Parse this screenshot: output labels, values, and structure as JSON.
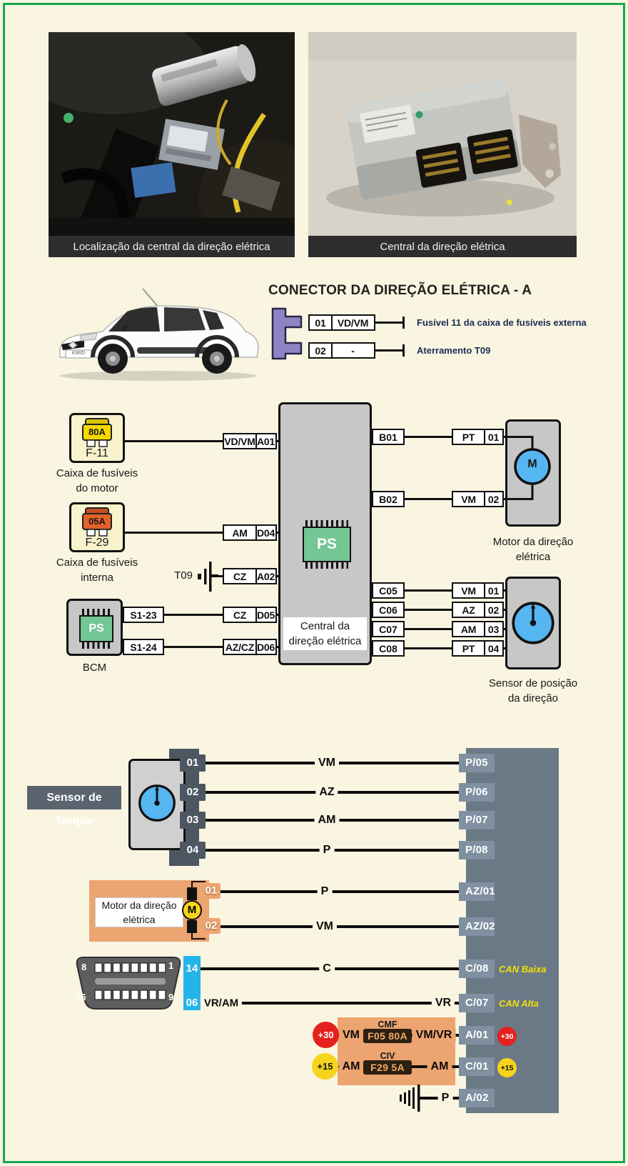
{
  "photos": {
    "left_caption": "Localização da central da direção elétrica",
    "right_caption": "Central da direção elétrica"
  },
  "car_badge": "KWID",
  "connector_a": {
    "title": "CONECTOR DA DIREÇÃO ELÉTRICA - A",
    "rows": [
      {
        "pin": "01",
        "wire": "VD/VM",
        "desc": "Fusível 11 da caixa de fusíveis externa"
      },
      {
        "pin": "02",
        "wire": "-",
        "desc": "Aterramento T09"
      }
    ]
  },
  "d1": {
    "fuse1": {
      "amp": "80A",
      "code": "F-11",
      "cap1": "Caixa de fusíveis",
      "cap2": "do motor"
    },
    "fuse2": {
      "amp": "05A",
      "code": "F-29",
      "cap1": "Caixa de fusíveis",
      "cap2": "interna"
    },
    "t09": "T09",
    "bcm": {
      "chip": "PS",
      "label": "BCM",
      "pin1": "S1-23",
      "pin2": "S1-24"
    },
    "central": {
      "chip": "PS",
      "cap1": "Central da",
      "cap2": "direção elétrica"
    },
    "tabs": {
      "a01": {
        "wire": "VD/VM",
        "pin": "A01"
      },
      "d04": {
        "wire": "AM",
        "pin": "D04"
      },
      "a02": {
        "wire": "CZ",
        "pin": "A02"
      },
      "d05": {
        "wire": "CZ",
        "pin": "D05"
      },
      "d06": {
        "wire": "AZ/CZ",
        "pin": "D06"
      },
      "b01": "B01",
      "b02": "B02",
      "c05": "C05",
      "c06": "C06",
      "c07": "C07",
      "c08": "C08"
    },
    "motor": {
      "sym": "M",
      "t1": {
        "wire": "PT",
        "pin": "01"
      },
      "t2": {
        "wire": "VM",
        "pin": "02"
      },
      "cap1": "Motor da direção",
      "cap2": "elétrica"
    },
    "sensor": {
      "t1": {
        "wire": "VM",
        "pin": "01"
      },
      "t2": {
        "wire": "AZ",
        "pin": "02"
      },
      "t3": {
        "wire": "AM",
        "pin": "03"
      },
      "t4": {
        "wire": "PT",
        "pin": "04"
      },
      "cap1": "Sensor de posição",
      "cap2": "da direção"
    }
  },
  "d2": {
    "torque_label": "Sensor de Torque",
    "rows": [
      {
        "pin": "01",
        "wire": "VM",
        "ecu": "P/05"
      },
      {
        "pin": "02",
        "wire": "AZ",
        "ecu": "P/06"
      },
      {
        "pin": "03",
        "wire": "AM",
        "ecu": "P/07"
      },
      {
        "pin": "04",
        "wire": "P",
        "ecu": "P/08"
      }
    ],
    "motor": {
      "cap1": "Motor da direção",
      "cap2": "elétrica",
      "sym": "M",
      "rows": [
        {
          "pin": "01",
          "wire": "P",
          "ecu": "AZ/01"
        },
        {
          "pin": "02",
          "wire": "VM",
          "ecu": "AZ/02"
        }
      ]
    },
    "obd": {
      "tl": "8",
      "tr": "1",
      "bl": "16",
      "br": "9"
    },
    "can": [
      {
        "pin": "14",
        "wire": "C",
        "ecu": "C/08",
        "note": "CAN Baixa"
      },
      {
        "pin": "06",
        "wire_a": "VR/AM",
        "wire_b": "VR",
        "ecu": "C/07",
        "note": "CAN Alta"
      }
    ],
    "power": {
      "r30": {
        "badge": "+30",
        "win": "VM",
        "ftitle": "CMF",
        "fuse": "F05 80A",
        "wout": "VM/VR",
        "ecu": "A/01",
        "bout": "+30"
      },
      "r15": {
        "badge": "+15",
        "win": "AM",
        "ftitle": "CIV",
        "fuse": "F29 5A",
        "wout": "AM",
        "ecu": "C/01",
        "bout": "+15"
      },
      "gnd": {
        "wire": "P",
        "ecu": "A/02"
      }
    }
  }
}
